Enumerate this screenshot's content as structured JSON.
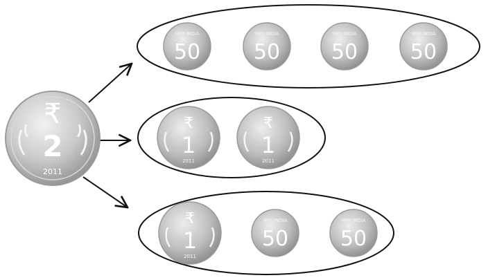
{
  "source_coin": {
    "denomination": "2",
    "currency_symbol": "₹",
    "year": "2011"
  },
  "groups": [
    {
      "coins": [
        {
          "denomination": "50",
          "top_text": "भारत INDIA"
        },
        {
          "denomination": "50",
          "top_text": "भारत INDIA"
        },
        {
          "denomination": "50",
          "top_text": "भारत INDIA"
        },
        {
          "denomination": "50",
          "top_text": "भारत INDIA"
        }
      ]
    },
    {
      "coins": [
        {
          "denomination": "1",
          "currency_symbol": "₹",
          "bottom_text": "2011"
        },
        {
          "denomination": "1",
          "currency_symbol": "₹",
          "bottom_text": "2011"
        }
      ]
    },
    {
      "coins": [
        {
          "denomination": "1",
          "currency_symbol": "₹",
          "bottom_text": "2011"
        },
        {
          "denomination": "50",
          "top_text": "भारत INDIA"
        },
        {
          "denomination": "50",
          "top_text": "भारत INDIA"
        }
      ]
    }
  ],
  "colors": {
    "coin_fill": "#c9c9c9",
    "coin_dark": "#8a8a8a",
    "coin_light": "#ececec",
    "coin_text": "#ffffff",
    "ellipse_stroke": "#111111",
    "arrow_stroke": "#111111"
  },
  "icons": {
    "arrow": "arrow-right-icon",
    "coin": "coin-icon"
  }
}
